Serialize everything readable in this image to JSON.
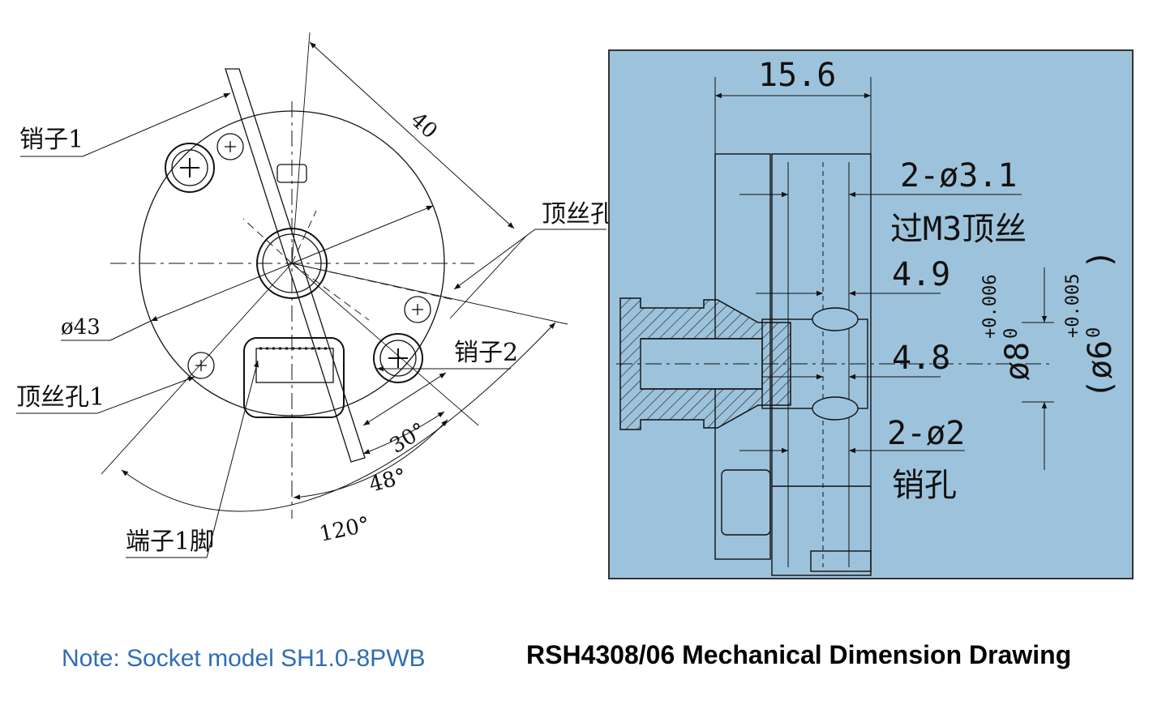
{
  "left_view": {
    "labels": {
      "pin1": "销子1",
      "pin2": "销子2",
      "set_screw_hole": "顶丝孔",
      "set_screw_hole_1": "顶丝孔1",
      "terminal_pin_1": "端子1脚"
    },
    "dimensions": {
      "length_40": "40",
      "diameter_43": "ø43",
      "angle_30": "30°",
      "angle_48": "48°",
      "angle_120": "120°"
    }
  },
  "right_view": {
    "background_color": "#9dc3dc",
    "dimensions": {
      "width": "15.6",
      "hole_3_1": "2-ø3.1",
      "hole_3_1_note": "过M3顶丝",
      "depth_4_9": "4.9",
      "depth_4_8": "4.8",
      "hole_2": "2-ø2",
      "hole_2_note": "销孔",
      "dia_8": "ø8",
      "dia_8_tol_upper": "+0.006",
      "dia_8_tol_lower": "0",
      "dia_6": "(ø6",
      "dia_6_tol_upper": "+0.005",
      "dia_6_tol_lower": "0",
      "dia_6_close": ")"
    }
  },
  "note": "Note: Socket model SH1.0-8PWB",
  "title": "RSH4308/06 Mechanical Dimension Drawing"
}
